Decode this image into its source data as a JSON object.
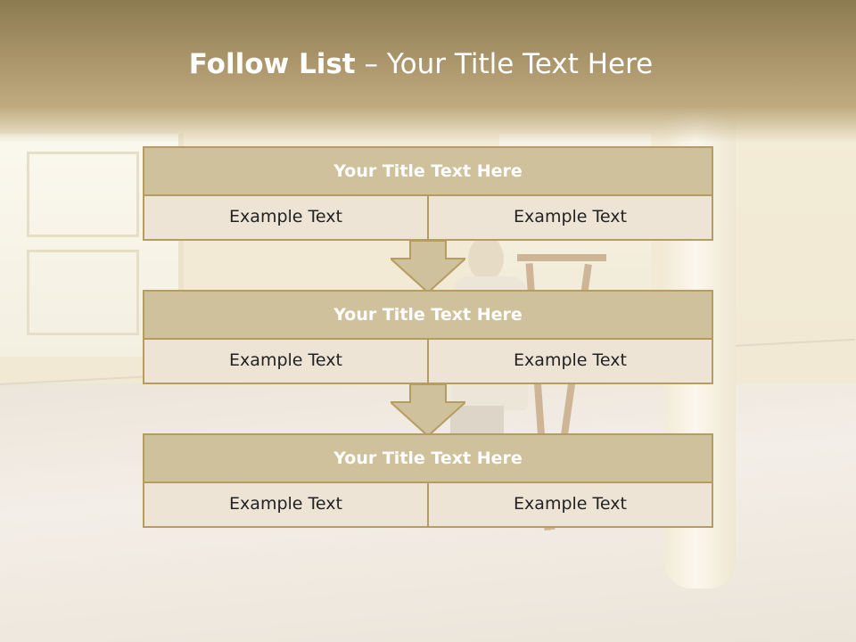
{
  "slide": {
    "title_bold": "Follow List",
    "title_rest": "– Your Title Text Here",
    "blocks": [
      {
        "title": "Your Title Text Here",
        "left": "Example Text",
        "right": "Example Text"
      },
      {
        "title": "Your Title Text Here",
        "left": "Example Text",
        "right": "Example Text"
      },
      {
        "title": "Your Title Text Here",
        "left": "Example Text",
        "right": "Example Text"
      }
    ]
  },
  "colors": {
    "header": "#a89468",
    "block_title_fill": "#cfc19b",
    "block_border": "#b59d62",
    "cell_fill": "#ede4d6",
    "arrow_fill": "#cfc19b"
  }
}
